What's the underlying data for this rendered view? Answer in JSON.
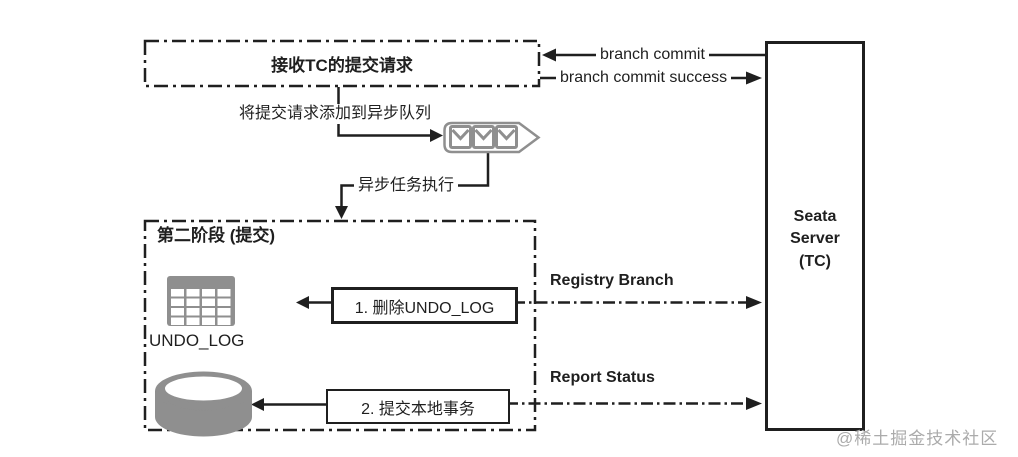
{
  "top_box": {
    "label": "接收TC的提交请求"
  },
  "flow_labels": {
    "add_to_queue": "将提交请求添加到异步队列",
    "async_exec": "异步任务执行"
  },
  "tc_messages": {
    "branch_commit": "branch commit",
    "branch_commit_success": "branch commit success",
    "registry_branch": "Registry Branch",
    "report_status": "Report Status"
  },
  "phase_box": {
    "title": "第二阶段 (提交)",
    "undo_log_table_label": "UNDO_LOG",
    "step1_label": "1. 删除UNDO_LOG",
    "step2_label": "2. 提交本地事务"
  },
  "server_box": {
    "label": "Seata\nServer\n(TC)"
  },
  "watermark": "@稀土掘金技术社区",
  "icons": {
    "queue": "message-queue-icon",
    "table": "undo-log-table-icon",
    "database": "database-cylinder-icon"
  },
  "colors": {
    "line": "#1f1f1f",
    "icon_gray": "#8f8f8f",
    "watermark_gray": "#ababab"
  }
}
